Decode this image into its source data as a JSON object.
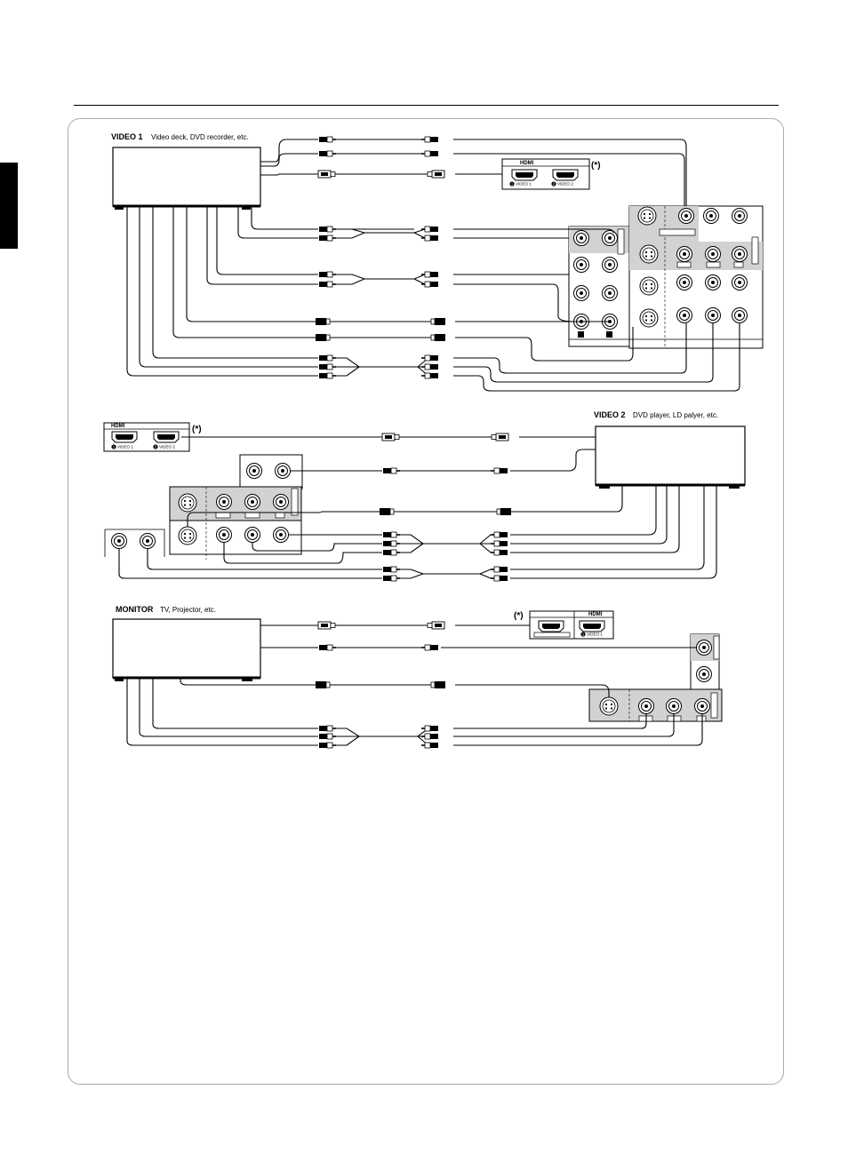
{
  "video1": {
    "title": "VIDEO 1",
    "subtitle": "Video deck, DVD recorder, etc."
  },
  "video2": {
    "title": "VIDEO 2",
    "subtitle": "DVD player,  LD palyer, etc."
  },
  "monitor": {
    "title": "MONITOR",
    "subtitle": "TV, Projector, etc."
  },
  "hdmi_panel": {
    "heading": "HDMI",
    "port1": "VIDEO 1",
    "port2": "VIDEO 2",
    "port1_num": "1",
    "port2_num": "2"
  },
  "note_marker": "(*)",
  "colors": {
    "line": "#000000",
    "panel": "#d2d2d2",
    "frame": "#aaaaaa",
    "tab": "#000000"
  }
}
